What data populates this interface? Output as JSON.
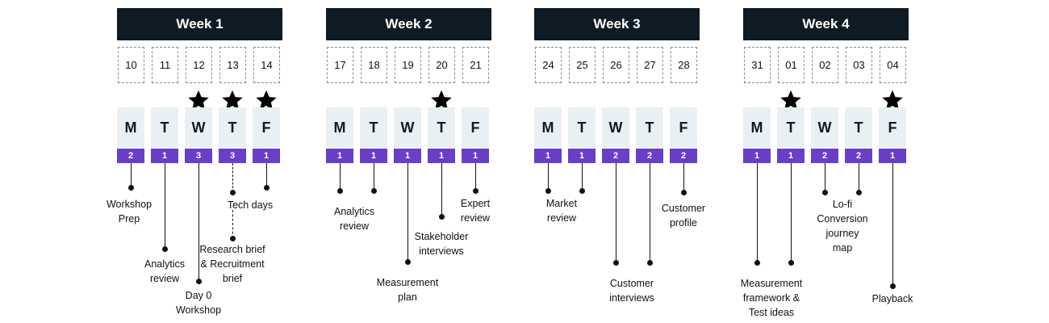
{
  "weeks": [
    {
      "title": "Week 1",
      "days": [
        {
          "date": "10",
          "letter": "M",
          "count": "2",
          "star": false
        },
        {
          "date": "11",
          "letter": "T",
          "count": "1",
          "star": false
        },
        {
          "date": "12",
          "letter": "W",
          "count": "3",
          "star": true
        },
        {
          "date": "13",
          "letter": "T",
          "count": "3",
          "star": true
        },
        {
          "date": "14",
          "letter": "F",
          "count": "1",
          "star": true
        }
      ],
      "activities": [
        {
          "day": 0,
          "text": "Workshop\nPrep"
        },
        {
          "day": 1,
          "text": "Analytics\nreview"
        },
        {
          "day": 2,
          "text": "Day 0\nWorkshop"
        },
        {
          "day": 3,
          "text": "Tech days"
        },
        {
          "day": 3,
          "text": "Research brief\n& Recruitment\nbrief"
        },
        {
          "day": 4,
          "text": ""
        }
      ]
    },
    {
      "title": "Week 2",
      "days": [
        {
          "date": "17",
          "letter": "M",
          "count": "1",
          "star": false
        },
        {
          "date": "18",
          "letter": "T",
          "count": "1",
          "star": false
        },
        {
          "date": "19",
          "letter": "W",
          "count": "1",
          "star": false
        },
        {
          "date": "20",
          "letter": "T",
          "count": "1",
          "star": true
        },
        {
          "date": "21",
          "letter": "F",
          "count": "1",
          "star": false
        }
      ],
      "activities": [
        {
          "day": 0,
          "text": "Analytics\nreview"
        },
        {
          "day": 1,
          "text": ""
        },
        {
          "day": 2,
          "text": "Measurement\nplan"
        },
        {
          "day": 3,
          "text": "Stakeholder\ninterviews"
        },
        {
          "day": 4,
          "text": "Expert\nreview"
        }
      ]
    },
    {
      "title": "Week 3",
      "days": [
        {
          "date": "24",
          "letter": "M",
          "count": "1",
          "star": false
        },
        {
          "date": "25",
          "letter": "T",
          "count": "1",
          "star": false
        },
        {
          "date": "26",
          "letter": "W",
          "count": "2",
          "star": false
        },
        {
          "date": "27",
          "letter": "T",
          "count": "2",
          "star": false
        },
        {
          "date": "28",
          "letter": "F",
          "count": "2",
          "star": false
        }
      ],
      "activities": [
        {
          "day": 0,
          "text": "Market\nreview"
        },
        {
          "day": 1,
          "text": ""
        },
        {
          "day": 2,
          "text": "Customer\ninterviews"
        },
        {
          "day": 3,
          "text": ""
        },
        {
          "day": 4,
          "text": "Customer\nprofile"
        }
      ]
    },
    {
      "title": "Week 4",
      "days": [
        {
          "date": "31",
          "letter": "M",
          "count": "1",
          "star": false
        },
        {
          "date": "01",
          "letter": "T",
          "count": "1",
          "star": true
        },
        {
          "date": "02",
          "letter": "W",
          "count": "2",
          "star": false
        },
        {
          "date": "03",
          "letter": "T",
          "count": "2",
          "star": false
        },
        {
          "date": "04",
          "letter": "F",
          "count": "1",
          "star": true
        }
      ],
      "activities": [
        {
          "day": 0,
          "text": "Measurement\nframework &\nTest ideas"
        },
        {
          "day": 1,
          "text": ""
        },
        {
          "day": 2,
          "text": "Lo-fi\nConversion\njourney\nmap"
        },
        {
          "day": 3,
          "text": ""
        },
        {
          "day": 4,
          "text": "Playback"
        }
      ]
    }
  ],
  "colors": {
    "header_bg": "#0f1b24",
    "tile_bg": "#e9f0f3",
    "badge_bg": "#6a3fc3"
  }
}
